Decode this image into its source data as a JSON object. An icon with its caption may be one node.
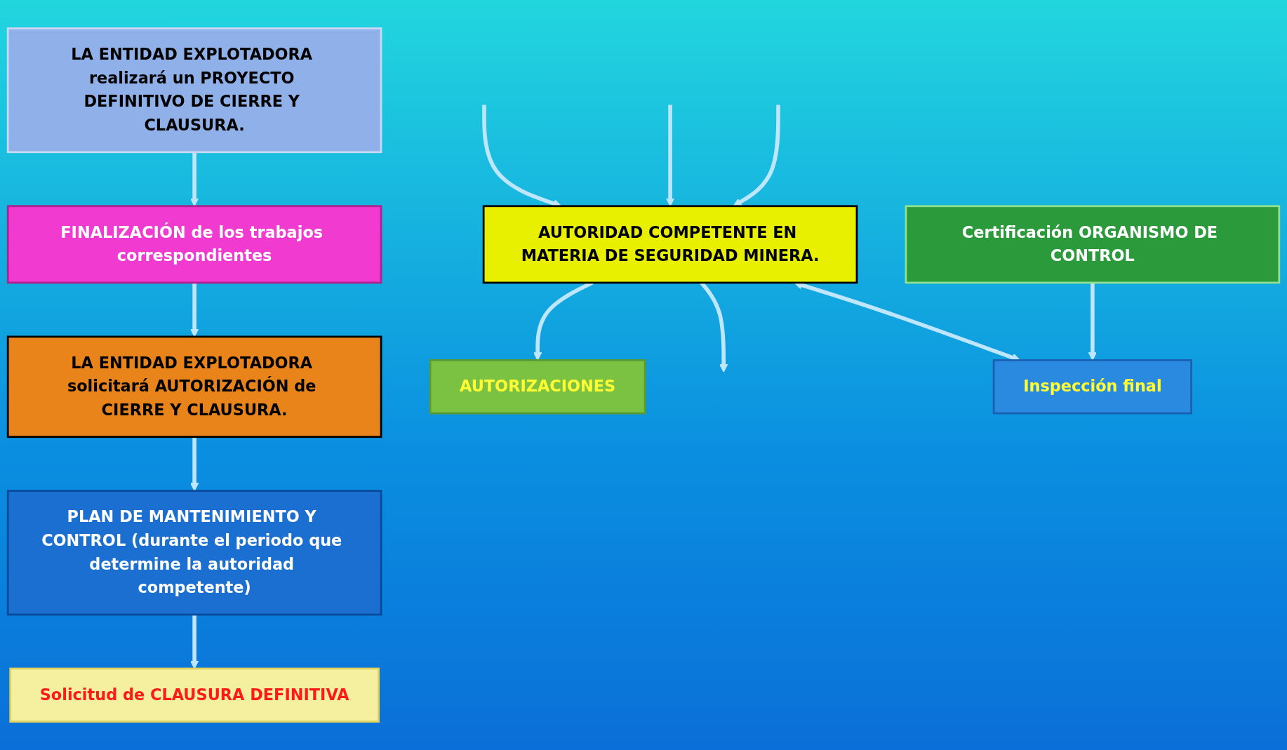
{
  "diagram": {
    "nodes": [
      {
        "text": [
          "LA ENTIDAD EXPLOTADORA realizará un PROYECTO DEFINITIVO DE CIERRE Y CLAUSURA."
        ]
      },
      {
        "text": [
          "FINALIZACIÓN de los trabajos correspondientes"
        ]
      },
      {
        "text": [
          "LA ENTIDAD EXPLOTADORA solicitará AUTORIZACIÓN de CIERRE Y CLAUSURA."
        ]
      },
      {
        "text": [
          "PLAN DE MANTENIMIENTO Y CONTROL (durante el periodo que determine la autoridad competente)"
        ]
      },
      {
        "text": [
          "Solicitud de CLAUSURA DEFINITIVA"
        ]
      },
      {
        "text": [
          "AUTORIDAD COMPETENTE EN MATERIA DE SEGURIDAD MINERA."
        ]
      },
      {
        "text": [
          "AUTORIZACIONES"
        ]
      },
      {
        "text": [
          "Inspección final"
        ]
      },
      {
        "text": [
          "Certificación ORGANISMO DE CONTROL"
        ]
      }
    ],
    "edges": [
      {
        "from": 0,
        "to": 1,
        "arrow": "to"
      },
      {
        "from": 1,
        "to": 2,
        "arrow": "to"
      },
      {
        "from": 2,
        "to": 3,
        "arrow": "to"
      },
      {
        "from": 3,
        "to": 4,
        "arrow": "to"
      },
      {
        "from": null,
        "to": 5,
        "arrow": "to"
      },
      {
        "from": 5,
        "to": 6,
        "arrow": "to"
      },
      {
        "from": null,
        "to": 5,
        "arrow": "to"
      },
      {
        "from": 5,
        "to": null,
        "arrow": "to"
      },
      {
        "from": null,
        "to": 5,
        "arrow": "to"
      },
      {
        "from": 5,
        "to": 7,
        "arrow": "both"
      },
      {
        "from": 8,
        "to": 7,
        "arrow": "to"
      }
    ]
  }
}
